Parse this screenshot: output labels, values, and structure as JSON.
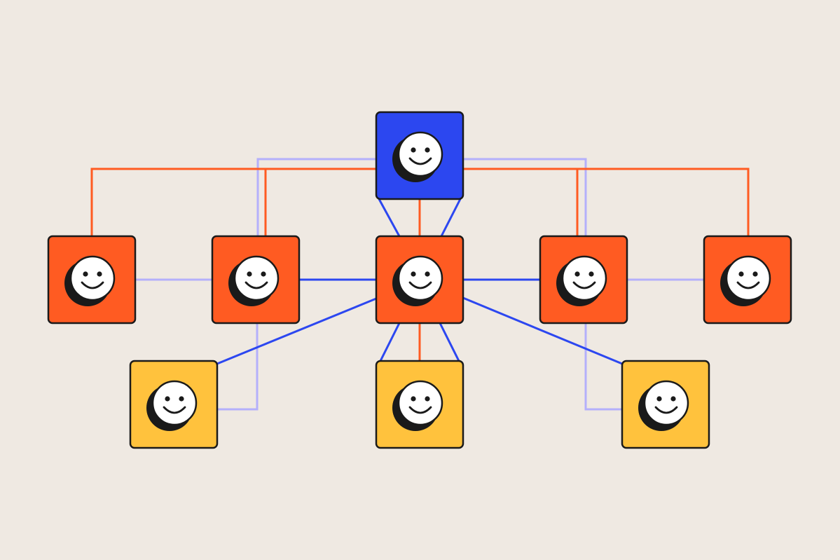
{
  "colors": {
    "background": "#efe9e2",
    "blue": "#2c47f0",
    "orange": "#ff5b22",
    "yellow": "#ffc23d",
    "lavender": "#b4b0fb",
    "outline": "#1a1a1a"
  },
  "icon": "smiley-face-icon",
  "nodes": [
    {
      "id": "top",
      "role": "root",
      "color": "blue"
    },
    {
      "id": "m1",
      "role": "middle",
      "color": "orange"
    },
    {
      "id": "m2",
      "role": "middle",
      "color": "orange"
    },
    {
      "id": "m3",
      "role": "center",
      "color": "orange"
    },
    {
      "id": "m4",
      "role": "middle",
      "color": "orange"
    },
    {
      "id": "m5",
      "role": "middle",
      "color": "orange"
    },
    {
      "id": "b1",
      "role": "bottom",
      "color": "yellow"
    },
    {
      "id": "b2",
      "role": "bottom",
      "color": "yellow"
    },
    {
      "id": "b3",
      "role": "bottom",
      "color": "yellow"
    }
  ],
  "edges": [
    {
      "from": "top",
      "to": "m1",
      "color": "orange"
    },
    {
      "from": "top",
      "to": "m2",
      "color": "orange"
    },
    {
      "from": "top",
      "to": "m3",
      "color": "orange"
    },
    {
      "from": "top",
      "to": "m4",
      "color": "orange"
    },
    {
      "from": "top",
      "to": "m5",
      "color": "orange"
    },
    {
      "from": "top",
      "to": "m2",
      "color": "lavender"
    },
    {
      "from": "top",
      "to": "m4",
      "color": "lavender"
    },
    {
      "from": "top",
      "to": "m3",
      "color": "blue"
    },
    {
      "from": "m1",
      "to": "m2",
      "color": "lavender"
    },
    {
      "from": "m2",
      "to": "m3",
      "color": "blue"
    },
    {
      "from": "m3",
      "to": "m4",
      "color": "blue"
    },
    {
      "from": "m4",
      "to": "m5",
      "color": "lavender"
    },
    {
      "from": "m3",
      "to": "b1",
      "color": "blue"
    },
    {
      "from": "m3",
      "to": "b2",
      "color": "blue"
    },
    {
      "from": "m3",
      "to": "b2",
      "color": "orange"
    },
    {
      "from": "m3",
      "to": "b3",
      "color": "blue"
    },
    {
      "from": "m2",
      "to": "b1",
      "color": "lavender"
    },
    {
      "from": "m4",
      "to": "b3",
      "color": "lavender"
    }
  ]
}
